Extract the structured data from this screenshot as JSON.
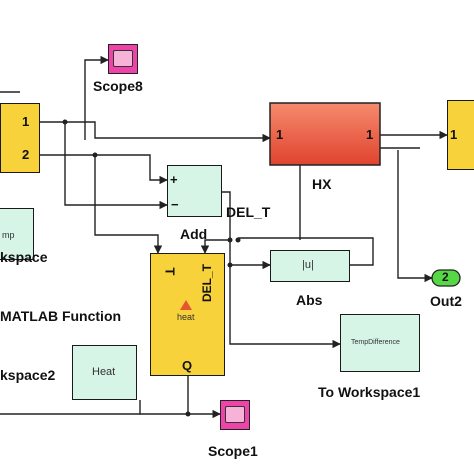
{
  "blocks": {
    "scope8": "Scope8",
    "hx": "HX",
    "del_t": "DEL_T",
    "add": "Add",
    "workspace_left": "kspace",
    "abs": "Abs",
    "abs_symbol": "|u|",
    "out2": "Out2",
    "out2_port": "2",
    "matlab_function": "MATLAB Function",
    "heat_fn": "heat",
    "heat_in1": "T",
    "heat_in2": "DEL_T",
    "heat_out": "Q",
    "workspace2": "kspace2",
    "heat_block": "Heat",
    "to_workspace1": "To Workspace1",
    "to_workspace1_var": "TempDifference",
    "scope1": "Scope1",
    "left_small": "mp"
  },
  "ports": {
    "left_out1": "1",
    "left_out2": "2",
    "hx_in1": "1",
    "hx_out1": "1",
    "right_in1": "1",
    "add_plus": "+",
    "add_minus": "−"
  },
  "colors": {
    "subsystem_yellow": "#f7d23a",
    "hx_red": "#ec5f45",
    "light_green_block": "#d6f5e6",
    "out_port_green": "#56d846",
    "scope_pink": "#ee44aa",
    "line": "#222222"
  }
}
